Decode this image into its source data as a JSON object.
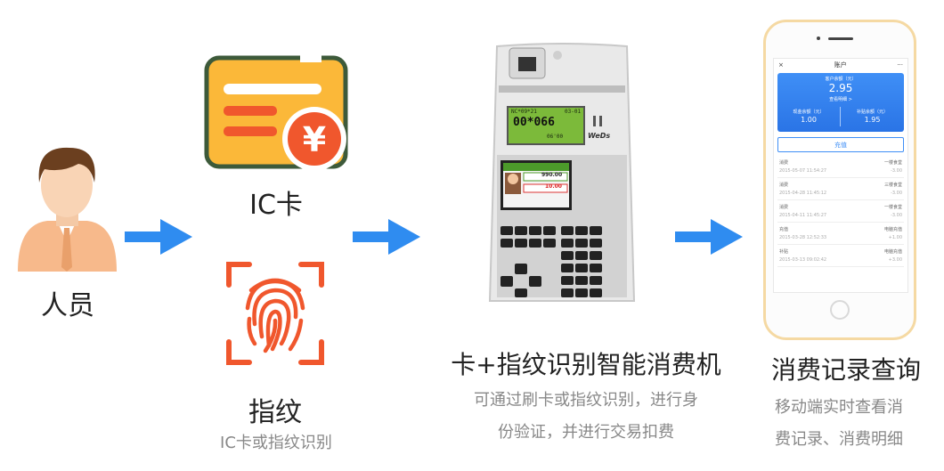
{
  "colors": {
    "arrow": "#2f8cf0",
    "card_body": "#fbb839",
    "card_border": "#3d5a3a",
    "accent_orange": "#f0572d"
  },
  "steps": {
    "person": {
      "label": "人员"
    },
    "ic_card": {
      "label": "IC卡",
      "icon": "yuan-card-icon"
    },
    "fingerprint": {
      "label": "指纹",
      "sublabel": "IC卡或指纹识别",
      "icon": "fingerprint-icon"
    },
    "terminal": {
      "label": "卡+指纹识别智能消费机",
      "desc_line1": "可通过刷卡或指纹识别，进行身",
      "desc_line2": "份验证，并进行交易扣费",
      "brand": "WeDs",
      "lcd_line1": "NC*09*21",
      "lcd_line1b": "03-01",
      "lcd_amount": "00*066",
      "lcd_line2": "06'00",
      "screen_balance": "990.00",
      "screen_amount": "10.00"
    },
    "phone": {
      "label": "消费记录查询",
      "desc_line1": "移动端实时查看消",
      "desc_line2": "费记录、消费明细",
      "app_title": "账户",
      "close": "×",
      "more": "···",
      "card_caption": "客户余额（元）",
      "balance": "2.95",
      "balance_link": "查看明细 >",
      "sub1_caption": "现金余额（元）",
      "sub1_value": "1.00",
      "sub2_caption": "补贴余额（元）",
      "sub2_value": "1.95",
      "recharge": "充值",
      "records": [
        {
          "type": "消费",
          "date": "2015-05-07 11:54:27",
          "merchant": "一楼食堂",
          "amount": "-3.00"
        },
        {
          "type": "消费",
          "date": "2015-04-28 11:45:12",
          "merchant": "三楼食堂",
          "amount": "-3.00"
        },
        {
          "type": "消费",
          "date": "2015-04-11 11:45:27",
          "merchant": "一楼食堂",
          "amount": "-3.00"
        },
        {
          "type": "充值",
          "date": "2015-03-28 12:52:33",
          "merchant": "电脑充值",
          "amount": "+1.00"
        },
        {
          "type": "补贴",
          "date": "2015-03-13 09:02:42",
          "merchant": "电脑充值",
          "amount": "+3.00"
        }
      ]
    }
  }
}
